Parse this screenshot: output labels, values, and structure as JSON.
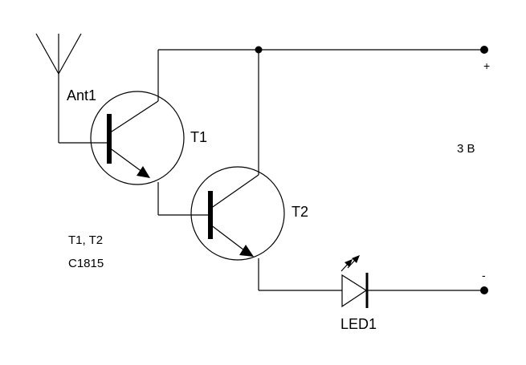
{
  "labels": {
    "antenna": "Ant1",
    "t1": "T1",
    "t2": "T2",
    "supply_plus": "+",
    "supply_minus": "-",
    "voltage": "3 В",
    "transistors": "T1, T2",
    "part_number": "C1815",
    "led": "LED1"
  },
  "colors": {
    "line": "#000000",
    "background": "#ffffff"
  }
}
